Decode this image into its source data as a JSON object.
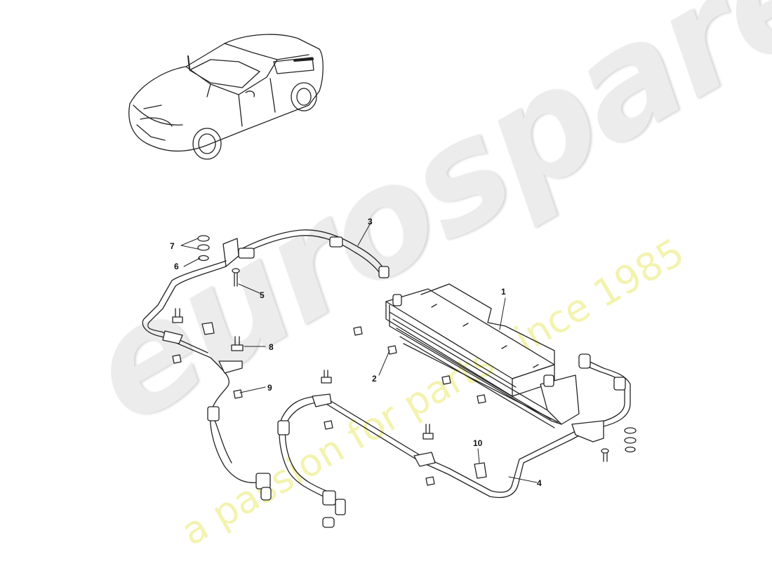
{
  "watermark": {
    "brand": "eurospares",
    "tagline": "a passion for parts since 1985"
  },
  "callouts": [
    "1",
    "2",
    "3",
    "4",
    "5",
    "6",
    "7",
    "8",
    "9",
    "10"
  ]
}
